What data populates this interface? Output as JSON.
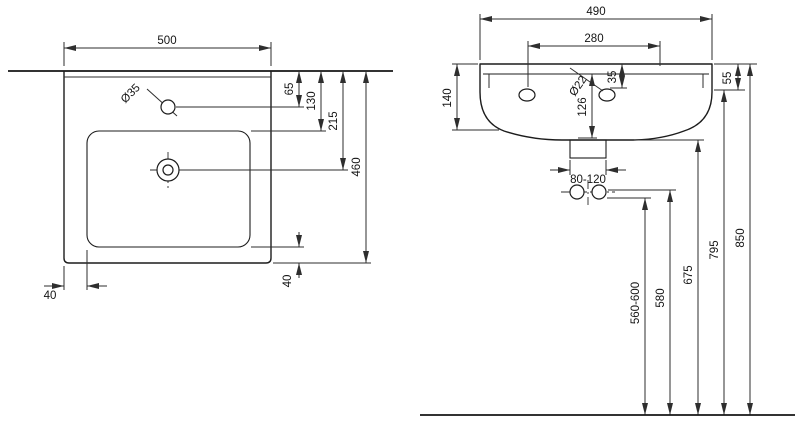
{
  "top_view": {
    "width": "500",
    "faucet_hole_diameter": "Ø35",
    "faucet_hole_from_back": "65",
    "bowl_front_offset": "130",
    "drain_from_back": "215",
    "total_depth": "460",
    "front_rim": "40",
    "side_rim": "40"
  },
  "front_view": {
    "width": "490",
    "holes_span": "280",
    "hole_offset": "35",
    "basin_height": "140",
    "inner_depth": "126",
    "overflow_diameter": "Ø22",
    "rim_drop": "55",
    "trap_range": "80-120",
    "drain_outlet_height": "560-600",
    "supply_height": "580",
    "basin_bottom_height": "675",
    "apron_height": "795",
    "overall_height": "850"
  }
}
